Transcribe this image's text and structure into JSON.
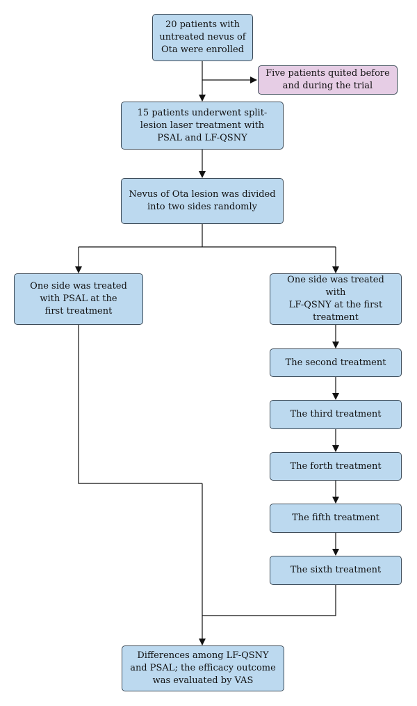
{
  "nodes": {
    "enrolled": "20 patients with\nuntreated nevus of\nOta were enrolled",
    "quit": "Five patients quited before\nand during the trial",
    "split": "15 patients underwent split-\nlesion laser treatment with\nPSAL and LF-QSNY",
    "divided": "Nevus of Ota lesion was divided\ninto two sides randomly",
    "psal_first": "One side was treated\nwith PSAL at the\nfirst treatment",
    "qsny_first": "One side was treated with\nLF-QSNY at the first\ntreatment",
    "second": "The second treatment",
    "third": "The third treatment",
    "fourth": "The forth treatment",
    "fifth": "The fifth treatment",
    "sixth": "The sixth treatment",
    "outcome": "Differences among LF-QSNY\nand PSAL; the efficacy outcome\nwas evaluated by VAS"
  },
  "colors": {
    "box_fill": "#bcd9ef",
    "exclusion_fill": "#e6cde5",
    "line": "#111111"
  }
}
